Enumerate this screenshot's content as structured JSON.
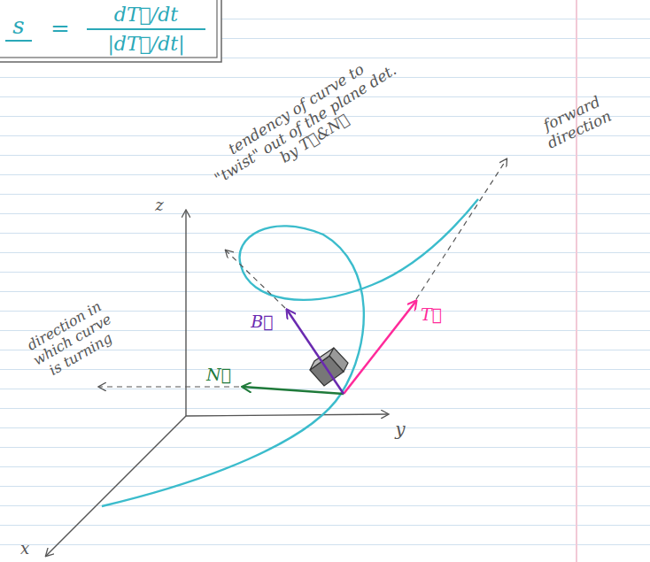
{
  "diagram": {
    "labels": [
      "s",
      "=",
      "dT⃗/dt",
      "|dT⃗/dt|",
      "tendency of curve to \"twist\" out of the plane det. by T⃗&N⃗",
      "forward direction",
      "direction in which curve is turning",
      "z",
      "B⃗",
      "N⃗",
      "T⃗",
      "y",
      "x"
    ]
  }
}
